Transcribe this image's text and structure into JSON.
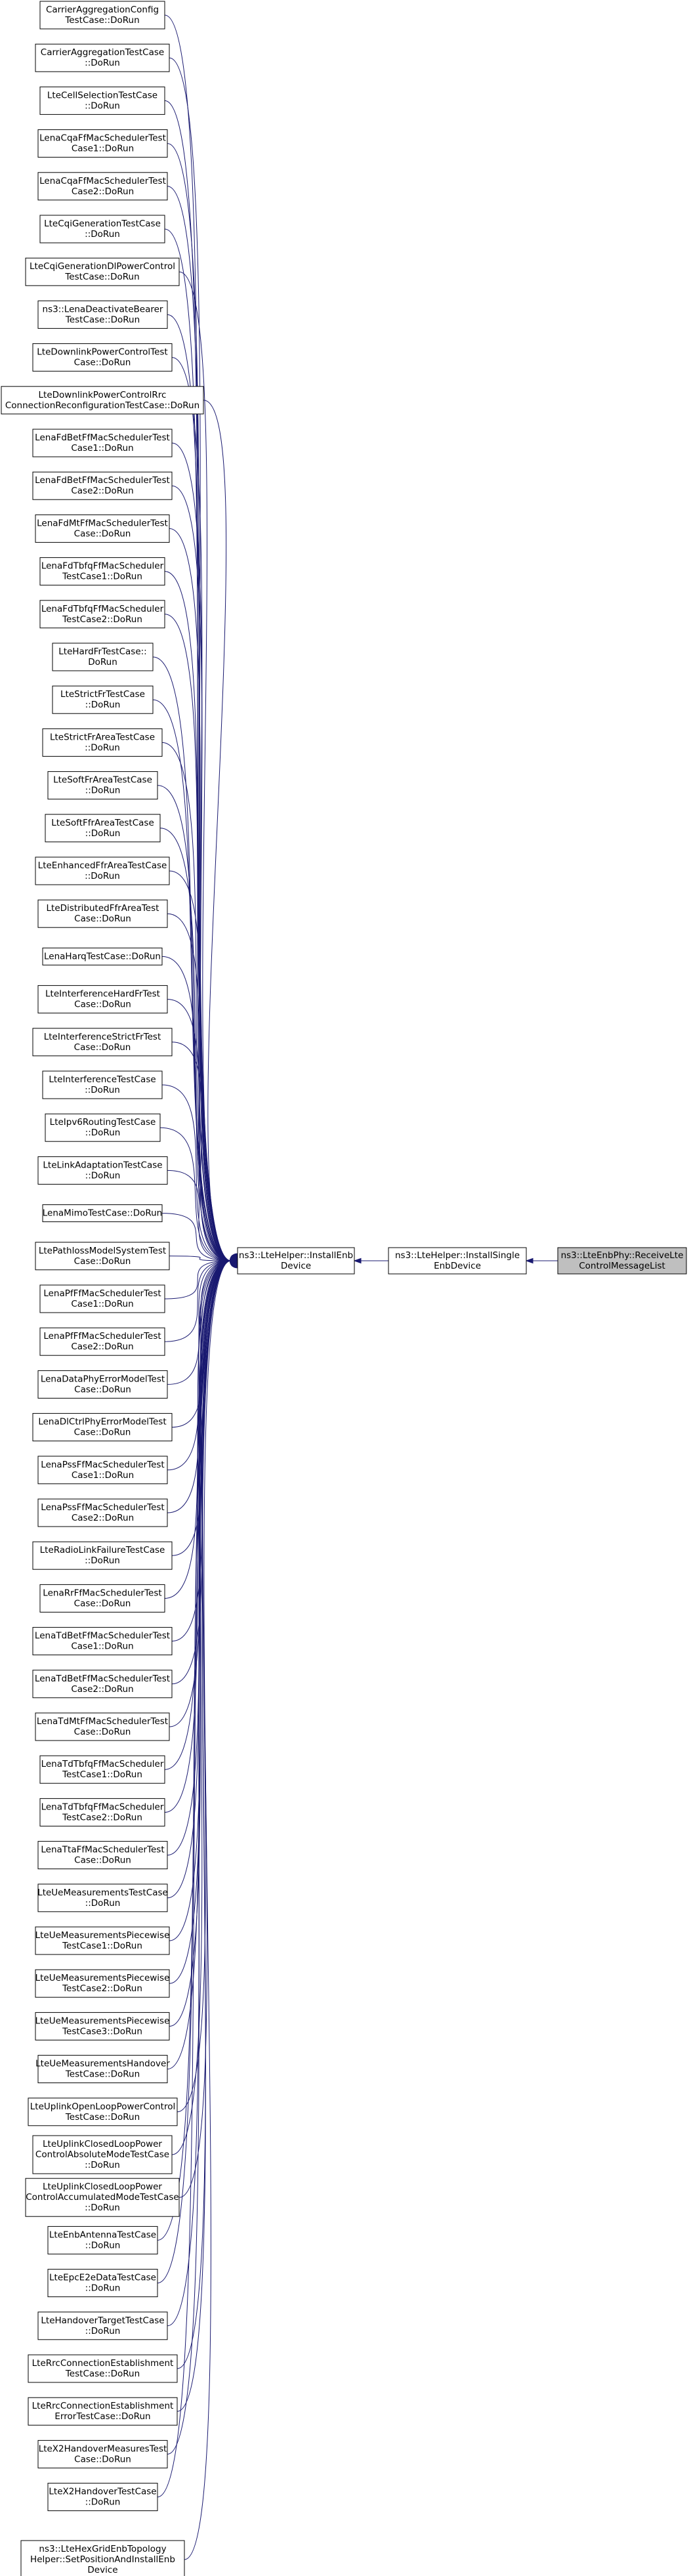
{
  "diagram": {
    "type": "call-graph",
    "focus": {
      "id": "receive",
      "lines": [
        "ns3::LteEnbPhy::ReceiveLte",
        "ControlMessageList"
      ]
    },
    "intermediate": [
      {
        "id": "install_single",
        "lines": [
          "ns3::LteHelper::InstallSingle",
          "EnbDevice"
        ]
      },
      {
        "id": "install_enb",
        "lines": [
          "ns3::LteHelper::InstallEnb",
          "Device"
        ]
      }
    ],
    "callers": [
      {
        "lines": [
          "CarrierAggregationConfig",
          "TestCase::DoRun"
        ]
      },
      {
        "lines": [
          "CarrierAggregationTestCase",
          "::DoRun"
        ]
      },
      {
        "lines": [
          "LteCellSelectionTestCase",
          "::DoRun"
        ]
      },
      {
        "lines": [
          "LenaCqaFfMacSchedulerTest",
          "Case1::DoRun"
        ]
      },
      {
        "lines": [
          "LenaCqaFfMacSchedulerTest",
          "Case2::DoRun"
        ]
      },
      {
        "lines": [
          "LteCqiGenerationTestCase",
          "::DoRun"
        ]
      },
      {
        "lines": [
          "LteCqiGenerationDlPowerControl",
          "TestCase::DoRun"
        ]
      },
      {
        "lines": [
          "ns3::LenaDeactivateBearer",
          "TestCase::DoRun"
        ]
      },
      {
        "lines": [
          "LteDownlinkPowerControlTest",
          "Case::DoRun"
        ]
      },
      {
        "lines": [
          "LteDownlinkPowerControlRrc",
          "ConnectionReconfigurationTestCase::DoRun"
        ]
      },
      {
        "lines": [
          "LenaFdBetFfMacSchedulerTest",
          "Case1::DoRun"
        ]
      },
      {
        "lines": [
          "LenaFdBetFfMacSchedulerTest",
          "Case2::DoRun"
        ]
      },
      {
        "lines": [
          "LenaFdMtFfMacSchedulerTest",
          "Case::DoRun"
        ]
      },
      {
        "lines": [
          "LenaFdTbfqFfMacScheduler",
          "TestCase1::DoRun"
        ]
      },
      {
        "lines": [
          "LenaFdTbfqFfMacScheduler",
          "TestCase2::DoRun"
        ]
      },
      {
        "lines": [
          "LteHardFrTestCase::",
          "DoRun"
        ]
      },
      {
        "lines": [
          "LteStrictFrTestCase",
          "::DoRun"
        ]
      },
      {
        "lines": [
          "LteStrictFrAreaTestCase",
          "::DoRun"
        ]
      },
      {
        "lines": [
          "LteSoftFrAreaTestCase",
          "::DoRun"
        ]
      },
      {
        "lines": [
          "LteSoftFfrAreaTestCase",
          "::DoRun"
        ]
      },
      {
        "lines": [
          "LteEnhancedFfrAreaTestCase",
          "::DoRun"
        ]
      },
      {
        "lines": [
          "LteDistributedFfrAreaTest",
          "Case::DoRun"
        ]
      },
      {
        "lines": [
          "LenaHarqTestCase::DoRun"
        ]
      },
      {
        "lines": [
          "LteInterferenceHardFrTest",
          "Case::DoRun"
        ]
      },
      {
        "lines": [
          "LteInterferenceStrictFrTest",
          "Case::DoRun"
        ]
      },
      {
        "lines": [
          "LteInterferenceTestCase",
          "::DoRun"
        ]
      },
      {
        "lines": [
          "LteIpv6RoutingTestCase",
          "::DoRun"
        ]
      },
      {
        "lines": [
          "LteLinkAdaptationTestCase",
          "::DoRun"
        ]
      },
      {
        "lines": [
          "LenaMimoTestCase::DoRun"
        ]
      },
      {
        "lines": [
          "LtePathlossModelSystemTest",
          "Case::DoRun"
        ]
      },
      {
        "lines": [
          "LenaPfFfMacSchedulerTest",
          "Case1::DoRun"
        ]
      },
      {
        "lines": [
          "LenaPfFfMacSchedulerTest",
          "Case2::DoRun"
        ]
      },
      {
        "lines": [
          "LenaDataPhyErrorModelTest",
          "Case::DoRun"
        ]
      },
      {
        "lines": [
          "LenaDlCtrlPhyErrorModelTest",
          "Case::DoRun"
        ]
      },
      {
        "lines": [
          "LenaPssFfMacSchedulerTest",
          "Case1::DoRun"
        ]
      },
      {
        "lines": [
          "LenaPssFfMacSchedulerTest",
          "Case2::DoRun"
        ]
      },
      {
        "lines": [
          "LteRadioLinkFailureTestCase",
          "::DoRun"
        ]
      },
      {
        "lines": [
          "LenaRrFfMacSchedulerTest",
          "Case::DoRun"
        ]
      },
      {
        "lines": [
          "LenaTdBetFfMacSchedulerTest",
          "Case1::DoRun"
        ]
      },
      {
        "lines": [
          "LenaTdBetFfMacSchedulerTest",
          "Case2::DoRun"
        ]
      },
      {
        "lines": [
          "LenaTdMtFfMacSchedulerTest",
          "Case::DoRun"
        ]
      },
      {
        "lines": [
          "LenaTdTbfqFfMacScheduler",
          "TestCase1::DoRun"
        ]
      },
      {
        "lines": [
          "LenaTdTbfqFfMacScheduler",
          "TestCase2::DoRun"
        ]
      },
      {
        "lines": [
          "LenaTtaFfMacSchedulerTest",
          "Case::DoRun"
        ]
      },
      {
        "lines": [
          "LteUeMeasurementsTestCase",
          "::DoRun"
        ]
      },
      {
        "lines": [
          "LteUeMeasurementsPiecewise",
          "TestCase1::DoRun"
        ]
      },
      {
        "lines": [
          "LteUeMeasurementsPiecewise",
          "TestCase2::DoRun"
        ]
      },
      {
        "lines": [
          "LteUeMeasurementsPiecewise",
          "TestCase3::DoRun"
        ]
      },
      {
        "lines": [
          "LteUeMeasurementsHandover",
          "TestCase::DoRun"
        ]
      },
      {
        "lines": [
          "LteUplinkOpenLoopPowerControl",
          "TestCase::DoRun"
        ]
      },
      {
        "lines": [
          "LteUplinkClosedLoopPower",
          "ControlAbsoluteModeTestCase",
          "::DoRun"
        ]
      },
      {
        "lines": [
          "LteUplinkClosedLoopPower",
          "ControlAccumulatedModeTestCase",
          "::DoRun"
        ]
      },
      {
        "lines": [
          "LteEnbAntennaTestCase",
          "::DoRun"
        ]
      },
      {
        "lines": [
          "LteEpcE2eDataTestCase",
          "::DoRun"
        ]
      },
      {
        "lines": [
          "LteHandoverTargetTestCase",
          "::DoRun"
        ]
      },
      {
        "lines": [
          "LteRrcConnectionEstablishment",
          "TestCase::DoRun"
        ]
      },
      {
        "lines": [
          "LteRrcConnectionEstablishment",
          "ErrorTestCase::DoRun"
        ]
      },
      {
        "lines": [
          "LteX2HandoverMeasuresTest",
          "Case::DoRun"
        ]
      },
      {
        "lines": [
          "LteX2HandoverTestCase",
          "::DoRun"
        ]
      },
      {
        "lines": [
          "ns3::LteHexGridEnbTopology",
          "Helper::SetPositionAndInstallEnb",
          "Device"
        ]
      }
    ],
    "colors": {
      "edge": "#191970",
      "node_border": "#000000",
      "focus_fill": "#bfbfbf"
    }
  }
}
